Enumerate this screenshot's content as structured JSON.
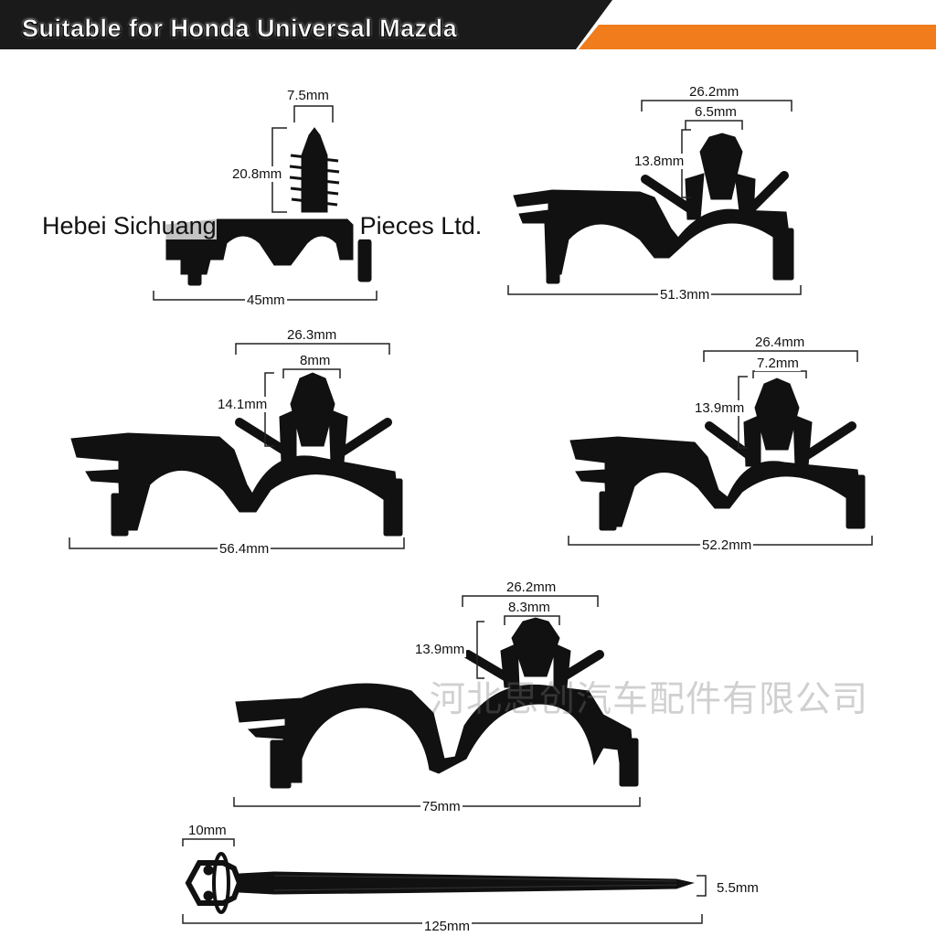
{
  "banner": {
    "title": "Suitable for Honda Universal Mazda",
    "dark_color": "#1a1a1a",
    "accent_color": "#f07c1c"
  },
  "watermarks": {
    "company_left": "Hebei Sichuang",
    "company_right": "Pieces Ltd.",
    "chinese": "河北思创汽车配件有限公司"
  },
  "parts": [
    {
      "id": "clip-1",
      "labels": [
        "7.5mm",
        "20.8mm",
        "45mm"
      ]
    },
    {
      "id": "clip-2",
      "labels": [
        "26.2mm",
        "6.5mm",
        "13.8mm",
        "51.3mm"
      ]
    },
    {
      "id": "clip-3",
      "labels": [
        "26.3mm",
        "8mm",
        "14.1mm",
        "56.4mm"
      ]
    },
    {
      "id": "clip-4",
      "labels": [
        "26.4mm",
        "7.2mm",
        "13.9mm",
        "52.2mm"
      ]
    },
    {
      "id": "clip-5",
      "labels": [
        "26.2mm",
        "8.3mm",
        "13.9mm",
        "75mm"
      ]
    },
    {
      "id": "cable-tie",
      "labels": [
        "10mm",
        "5.5mm",
        "125mm"
      ]
    }
  ],
  "part_color": "#111111"
}
